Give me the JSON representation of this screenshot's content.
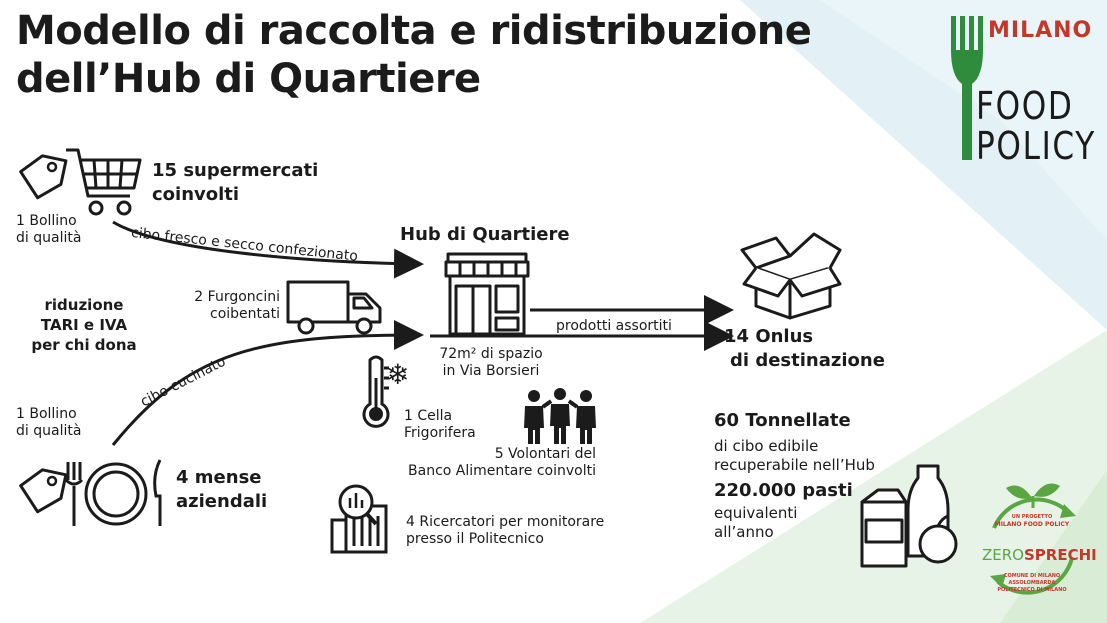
{
  "title_line1": "Modello di raccolta e ridistribuzione",
  "title_line2": "dell’Hub di Quartiere",
  "logo_food_policy": {
    "milano": "MILANO",
    "food": "FOOD",
    "policy": "POLICY",
    "accent": "#2e8c3c"
  },
  "supermarkets": {
    "count_line1": "15 supermercati",
    "count_line2": "coinvolti"
  },
  "bollino_top": {
    "line1": "1 Bollino",
    "line2": "di qualità"
  },
  "bollino_bottom": {
    "line1": "1 Bollino",
    "line2": "di qualità"
  },
  "flows": {
    "fresh": "cibo fresco e secco confezionato",
    "cooked": "cibo cucinato",
    "assorted": "prodotti assortiti"
  },
  "tax": {
    "line1": "riduzione",
    "line2": "TARI e IVA",
    "line3": "per chi dona"
  },
  "vans": {
    "line1": "2 Furgoncini",
    "line2": "coibentati"
  },
  "hub": {
    "title": "Hub di Quartiere",
    "space_line1": "72m² di spazio",
    "space_line2": "in Via Borsieri",
    "cold_line1": "1 Cella",
    "cold_line2": "Frigorifera",
    "volunteers_line1": "5 Volontari del",
    "volunteers_line2": "Banco Alimentare coinvolti",
    "research_line1": "4 Ricercatori per monitorare",
    "research_line2": "presso il Politecnico"
  },
  "canteens": {
    "line1": "4 mense",
    "line2": "aziendali"
  },
  "onlus": {
    "line1": "14 Onlus",
    "line2": "di destinazione"
  },
  "stats": {
    "tons": "60 Tonnellate",
    "tons_desc1": "di cibo edibile",
    "tons_desc2": "recuperabile nell’Hub",
    "meals": "220.000 pasti",
    "meals_desc1": "equivalenti",
    "meals_desc2": "all’anno"
  },
  "logo_zero": {
    "top1": "UN PROGETTO",
    "top2": "MILANO FOOD POLICY",
    "zero": "ZERO",
    "sprechi": "SPRECHI",
    "bot1": "COMUNE DI MILANO",
    "bot2": "ASSOLOMBARDA",
    "bot3": "POLITECNICO DI MILANO",
    "green": "#5aa642",
    "red": "#c0392b"
  }
}
